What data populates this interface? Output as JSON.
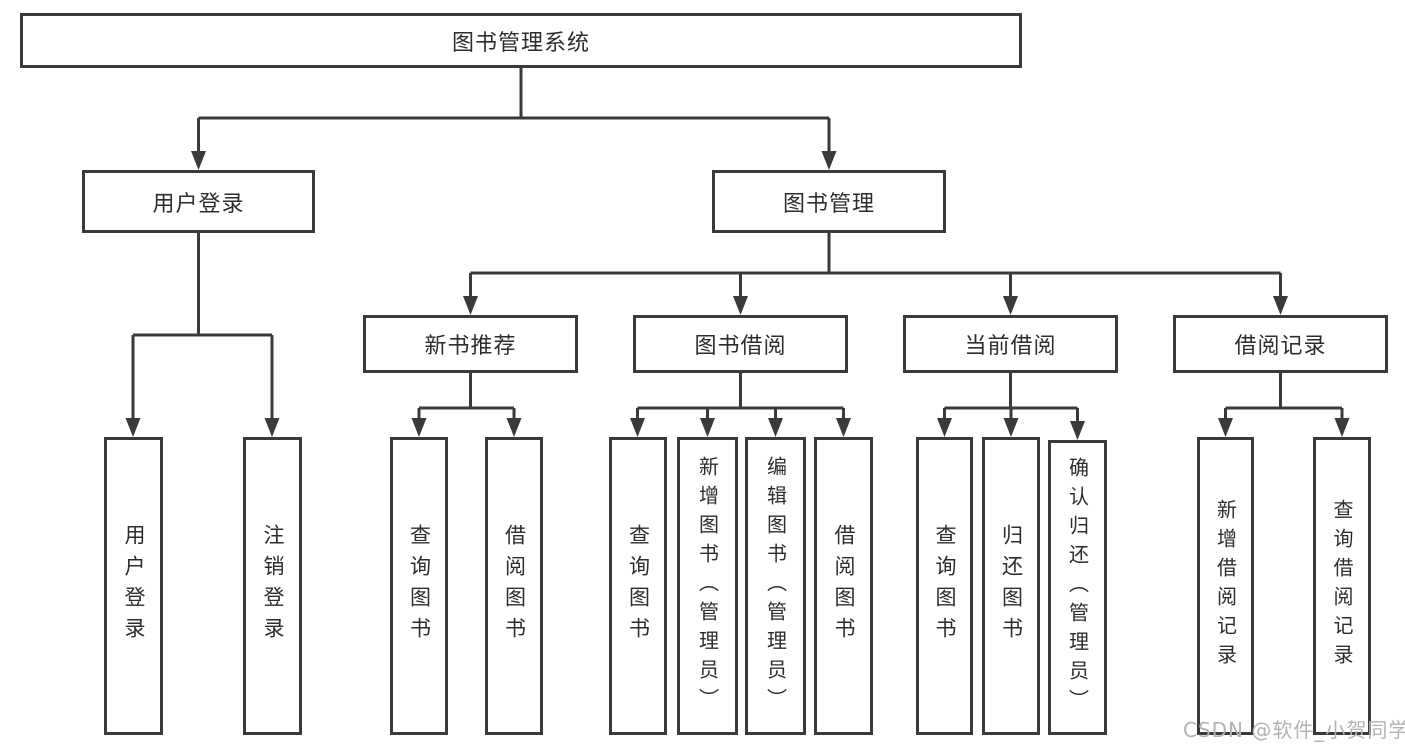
{
  "colors": {
    "line": "#3a3a3a",
    "text": "#2d2d2d",
    "watermark": "#b3b3b3",
    "background": "#ffffff"
  },
  "tree": {
    "root": {
      "label": "图书管理系统"
    },
    "branches": [
      {
        "label": "用户登录",
        "leaves": [
          {
            "label": "用户登录"
          },
          {
            "label": "注销登录"
          }
        ]
      },
      {
        "label": "图书管理",
        "sections": [
          {
            "label": "新书推荐",
            "leaves": [
              {
                "label": "查询图书"
              },
              {
                "label": "借阅图书"
              }
            ]
          },
          {
            "label": "图书借阅",
            "leaves": [
              {
                "label": "查询图书"
              },
              {
                "label": "新增图书（管理员）"
              },
              {
                "label": "编辑图书（管理员）"
              },
              {
                "label": "借阅图书"
              }
            ]
          },
          {
            "label": "当前借阅",
            "leaves": [
              {
                "label": "查询图书"
              },
              {
                "label": "归还图书"
              },
              {
                "label": "确认归还（管理员）"
              }
            ]
          },
          {
            "label": "借阅记录",
            "leaves": [
              {
                "label": "新增借阅记录"
              },
              {
                "label": "查询借阅记录"
              }
            ]
          }
        ]
      }
    ]
  },
  "watermark": {
    "text": "CSDN @软件_小贺同学"
  }
}
